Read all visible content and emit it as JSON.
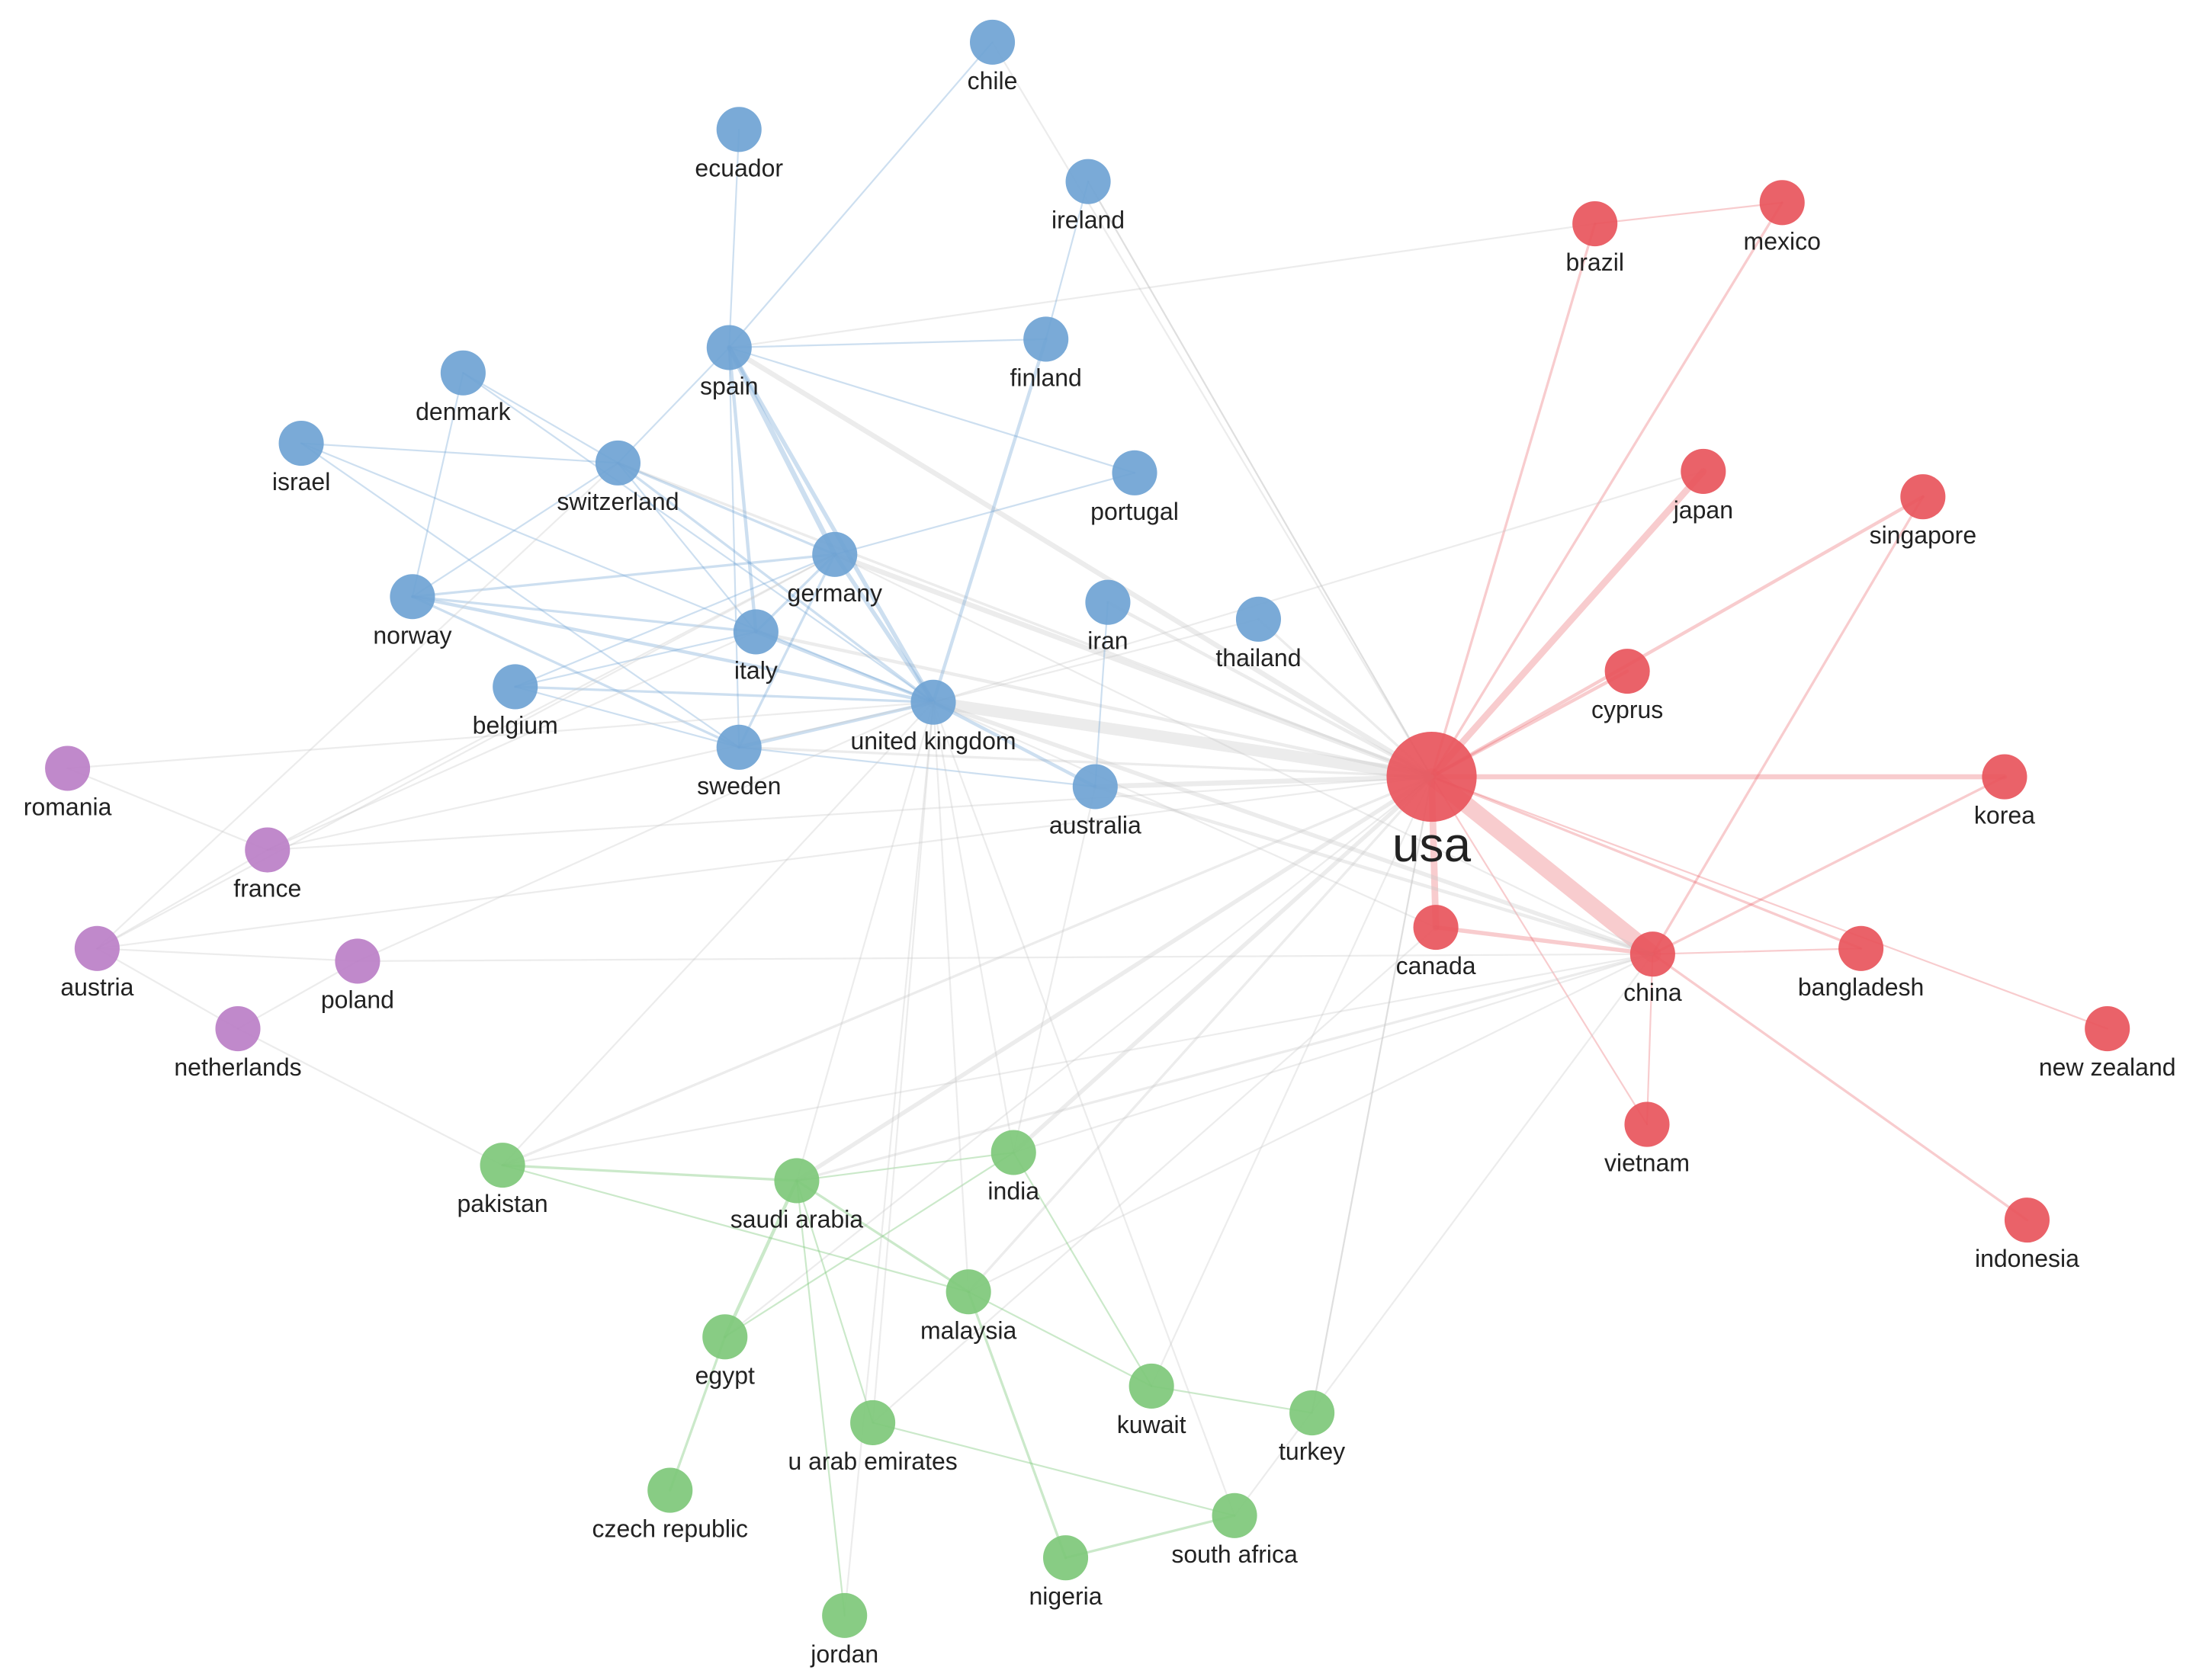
{
  "colors": {
    "blue": "#6fa3d4",
    "red": "#e8555c",
    "purple": "#bb7fc7",
    "green": "#7ec87a",
    "edge_default": "#c9c9c9"
  },
  "nodes": [
    {
      "id": "chile",
      "label": "chile",
      "group": "blue"
    },
    {
      "id": "ecuador",
      "label": "ecuador",
      "group": "blue"
    },
    {
      "id": "ireland",
      "label": "ireland",
      "group": "blue"
    },
    {
      "id": "spain",
      "label": "spain",
      "group": "blue"
    },
    {
      "id": "finland",
      "label": "finland",
      "group": "blue"
    },
    {
      "id": "denmark",
      "label": "denmark",
      "group": "blue"
    },
    {
      "id": "israel",
      "label": "israel",
      "group": "blue"
    },
    {
      "id": "switzerland",
      "label": "switzerland",
      "group": "blue"
    },
    {
      "id": "portugal",
      "label": "portugal",
      "group": "blue"
    },
    {
      "id": "germany",
      "label": "germany",
      "group": "blue"
    },
    {
      "id": "norway",
      "label": "norway",
      "group": "blue"
    },
    {
      "id": "italy",
      "label": "italy",
      "group": "blue"
    },
    {
      "id": "iran",
      "label": "iran",
      "group": "blue"
    },
    {
      "id": "thailand",
      "label": "thailand",
      "group": "blue"
    },
    {
      "id": "belgium",
      "label": "belgium",
      "group": "blue"
    },
    {
      "id": "united_kingdom",
      "label": "united kingdom",
      "group": "blue"
    },
    {
      "id": "sweden",
      "label": "sweden",
      "group": "blue"
    },
    {
      "id": "australia",
      "label": "australia",
      "group": "blue"
    },
    {
      "id": "brazil",
      "label": "brazil",
      "group": "red"
    },
    {
      "id": "mexico",
      "label": "mexico",
      "group": "red"
    },
    {
      "id": "japan",
      "label": "japan",
      "group": "red"
    },
    {
      "id": "singapore",
      "label": "singapore",
      "group": "red"
    },
    {
      "id": "cyprus",
      "label": "cyprus",
      "group": "red"
    },
    {
      "id": "usa",
      "label": "usa",
      "group": "red",
      "weight": "large"
    },
    {
      "id": "korea",
      "label": "korea",
      "group": "red"
    },
    {
      "id": "canada",
      "label": "canada",
      "group": "red"
    },
    {
      "id": "china",
      "label": "china",
      "group": "red"
    },
    {
      "id": "bangladesh",
      "label": "bangladesh",
      "group": "red"
    },
    {
      "id": "new_zealand",
      "label": "new zealand",
      "group": "red"
    },
    {
      "id": "vietnam",
      "label": "vietnam",
      "group": "red"
    },
    {
      "id": "indonesia",
      "label": "indonesia",
      "group": "red"
    },
    {
      "id": "romania",
      "label": "romania",
      "group": "purple"
    },
    {
      "id": "france",
      "label": "france",
      "group": "purple"
    },
    {
      "id": "austria",
      "label": "austria",
      "group": "purple"
    },
    {
      "id": "poland",
      "label": "poland",
      "group": "purple"
    },
    {
      "id": "netherlands",
      "label": "netherlands",
      "group": "purple"
    },
    {
      "id": "pakistan",
      "label": "pakistan",
      "group": "green"
    },
    {
      "id": "saudi_arabia",
      "label": "saudi arabia",
      "group": "green"
    },
    {
      "id": "india",
      "label": "india",
      "group": "green"
    },
    {
      "id": "malaysia",
      "label": "malaysia",
      "group": "green"
    },
    {
      "id": "egypt",
      "label": "egypt",
      "group": "green"
    },
    {
      "id": "kuwait",
      "label": "kuwait",
      "group": "green"
    },
    {
      "id": "turkey",
      "label": "turkey",
      "group": "green"
    },
    {
      "id": "u_arab_emirates",
      "label": "u arab emirates",
      "group": "green"
    },
    {
      "id": "czech_republic",
      "label": "czech republic",
      "group": "green"
    },
    {
      "id": "south_africa",
      "label": "south africa",
      "group": "green"
    },
    {
      "id": "nigeria",
      "label": "nigeria",
      "group": "green"
    },
    {
      "id": "jordan",
      "label": "jordan",
      "group": "green"
    }
  ],
  "edges": [
    {
      "source": "usa",
      "target": "china",
      "strength": 10,
      "color": "red"
    },
    {
      "source": "usa",
      "target": "japan",
      "strength": 4,
      "color": "red"
    },
    {
      "source": "usa",
      "target": "korea",
      "strength": 3,
      "color": "red"
    },
    {
      "source": "usa",
      "target": "canada",
      "strength": 4,
      "color": "red"
    },
    {
      "source": "usa",
      "target": "singapore",
      "strength": 2,
      "color": "red"
    },
    {
      "source": "usa",
      "target": "cyprus",
      "strength": 2,
      "color": "red"
    },
    {
      "source": "usa",
      "target": "brazil",
      "strength": 1.5,
      "color": "red"
    },
    {
      "source": "usa",
      "target": "mexico",
      "strength": 1.5,
      "color": "red"
    },
    {
      "source": "usa",
      "target": "bangladesh",
      "strength": 1.5,
      "color": "red"
    },
    {
      "source": "usa",
      "target": "new_zealand",
      "strength": 1,
      "color": "red"
    },
    {
      "source": "usa",
      "target": "vietnam",
      "strength": 1,
      "color": "red"
    },
    {
      "source": "china",
      "target": "canada",
      "strength": 2.5,
      "color": "red"
    },
    {
      "source": "china",
      "target": "korea",
      "strength": 1.5,
      "color": "red"
    },
    {
      "source": "china",
      "target": "singapore",
      "strength": 1.5,
      "color": "red"
    },
    {
      "source": "china",
      "target": "indonesia",
      "strength": 1.5,
      "color": "red"
    },
    {
      "source": "china",
      "target": "vietnam",
      "strength": 1,
      "color": "red"
    },
    {
      "source": "china",
      "target": "bangladesh",
      "strength": 1,
      "color": "red"
    },
    {
      "source": "brazil",
      "target": "mexico",
      "strength": 1,
      "color": "red"
    },
    {
      "source": "usa",
      "target": "united_kingdom",
      "strength": 7,
      "color": "grey"
    },
    {
      "source": "usa",
      "target": "spain",
      "strength": 3,
      "color": "grey"
    },
    {
      "source": "usa",
      "target": "germany",
      "strength": 3,
      "color": "grey"
    },
    {
      "source": "usa",
      "target": "australia",
      "strength": 3,
      "color": "grey"
    },
    {
      "source": "usa",
      "target": "italy",
      "strength": 2,
      "color": "grey"
    },
    {
      "source": "usa",
      "target": "switzerland",
      "strength": 1.5,
      "color": "grey"
    },
    {
      "source": "usa",
      "target": "iran",
      "strength": 2,
      "color": "grey"
    },
    {
      "source": "usa",
      "target": "thailand",
      "strength": 1.5,
      "color": "grey"
    },
    {
      "source": "usa",
      "target": "saudi_arabia",
      "strength": 2.5,
      "color": "grey"
    },
    {
      "source": "usa",
      "target": "india",
      "strength": 2.5,
      "color": "grey"
    },
    {
      "source": "usa",
      "target": "pakistan",
      "strength": 1.5,
      "color": "grey"
    },
    {
      "source": "usa",
      "target": "malaysia",
      "strength": 1.5,
      "color": "grey"
    },
    {
      "source": "usa",
      "target": "sweden",
      "strength": 1.5,
      "color": "grey"
    },
    {
      "source": "usa",
      "target": "france",
      "strength": 1,
      "color": "grey"
    },
    {
      "source": "usa",
      "target": "kuwait",
      "strength": 1,
      "color": "grey"
    },
    {
      "source": "usa",
      "target": "turkey",
      "strength": 1,
      "color": "grey"
    },
    {
      "source": "usa",
      "target": "egypt",
      "strength": 1,
      "color": "grey"
    },
    {
      "source": "usa",
      "target": "austria",
      "strength": 1,
      "color": "grey"
    },
    {
      "source": "usa",
      "target": "ireland",
      "strength": 1,
      "color": "grey"
    },
    {
      "source": "china",
      "target": "united_kingdom",
      "strength": 2.5,
      "color": "grey"
    },
    {
      "source": "china",
      "target": "australia",
      "strength": 2,
      "color": "grey"
    },
    {
      "source": "china",
      "target": "saudi_arabia",
      "strength": 1.5,
      "color": "grey"
    },
    {
      "source": "china",
      "target": "pakistan",
      "strength": 1,
      "color": "grey"
    },
    {
      "source": "china",
      "target": "india",
      "strength": 1,
      "color": "grey"
    },
    {
      "source": "china",
      "target": "germany",
      "strength": 1,
      "color": "grey"
    },
    {
      "source": "china",
      "target": "poland",
      "strength": 1,
      "color": "grey"
    },
    {
      "source": "china",
      "target": "malaysia",
      "strength": 1,
      "color": "grey"
    },
    {
      "source": "china",
      "target": "south_africa",
      "strength": 1,
      "color": "grey"
    },
    {
      "source": "canada",
      "target": "united_kingdom",
      "strength": 1,
      "color": "grey"
    },
    {
      "source": "canada",
      "target": "u_arab_emirates",
      "strength": 1,
      "color": "grey"
    },
    {
      "source": "japan",
      "target": "united_kingdom",
      "strength": 1,
      "color": "grey"
    },
    {
      "source": "brazil",
      "target": "spain",
      "strength": 1,
      "color": "grey"
    },
    {
      "source": "united_kingdom",
      "target": "spain",
      "strength": 2.5,
      "color": "blue"
    },
    {
      "source": "united_kingdom",
      "target": "germany",
      "strength": 2.5,
      "color": "blue"
    },
    {
      "source": "united_kingdom",
      "target": "italy",
      "strength": 2,
      "color": "blue"
    },
    {
      "source": "united_kingdom",
      "target": "finland",
      "strength": 2,
      "color": "blue"
    },
    {
      "source": "united_kingdom",
      "target": "norway",
      "strength": 2,
      "color": "blue"
    },
    {
      "source": "united_kingdom",
      "target": "sweden",
      "strength": 2,
      "color": "blue"
    },
    {
      "source": "united_kingdom",
      "target": "australia",
      "strength": 2,
      "color": "blue"
    },
    {
      "source": "united_kingdom",
      "target": "switzerland",
      "strength": 1.5,
      "color": "blue"
    },
    {
      "source": "united_kingdom",
      "target": "belgium",
      "strength": 1.5,
      "color": "blue"
    },
    {
      "source": "united_kingdom",
      "target": "israel",
      "strength": 1,
      "color": "blue"
    },
    {
      "source": "united_kingdom",
      "target": "denmark",
      "strength": 1,
      "color": "blue"
    },
    {
      "source": "spain",
      "target": "germany",
      "strength": 3,
      "color": "blue"
    },
    {
      "source": "spain",
      "target": "italy",
      "strength": 2,
      "color": "blue"
    },
    {
      "source": "spain",
      "target": "chile",
      "strength": 1,
      "color": "blue"
    },
    {
      "source": "spain",
      "target": "ecuador",
      "strength": 1,
      "color": "blue"
    },
    {
      "source": "spain",
      "target": "finland",
      "strength": 1,
      "color": "blue"
    },
    {
      "source": "spain",
      "target": "portugal",
      "strength": 1,
      "color": "blue"
    },
    {
      "source": "spain",
      "target": "switzerland",
      "strength": 1,
      "color": "blue"
    },
    {
      "source": "spain",
      "target": "sweden",
      "strength": 1,
      "color": "blue"
    },
    {
      "source": "germany",
      "target": "switzerland",
      "strength": 1.5,
      "color": "blue"
    },
    {
      "source": "germany",
      "target": "norway",
      "strength": 1.5,
      "color": "blue"
    },
    {
      "source": "germany",
      "target": "italy",
      "strength": 1.5,
      "color": "blue"
    },
    {
      "source": "germany",
      "target": "sweden",
      "strength": 1.5,
      "color": "blue"
    },
    {
      "source": "germany",
      "target": "belgium",
      "strength": 1,
      "color": "blue"
    },
    {
      "source": "italy",
      "target": "norway",
      "strength": 1.5,
      "color": "blue"
    },
    {
      "source": "italy",
      "target": "switzerland",
      "strength": 1,
      "color": "blue"
    },
    {
      "source": "italy",
      "target": "belgium",
      "strength": 1,
      "color": "blue"
    },
    {
      "source": "norway",
      "target": "sweden",
      "strength": 1.5,
      "color": "blue"
    },
    {
      "source": "norway",
      "target": "switzerland",
      "strength": 1,
      "color": "blue"
    },
    {
      "source": "denmark",
      "target": "switzerland",
      "strength": 1,
      "color": "blue"
    },
    {
      "source": "denmark",
      "target": "norway",
      "strength": 1,
      "color": "blue"
    },
    {
      "source": "israel",
      "target": "switzerland",
      "strength": 1,
      "color": "blue"
    },
    {
      "source": "israel",
      "target": "sweden",
      "strength": 1,
      "color": "blue"
    },
    {
      "source": "belgium",
      "target": "sweden",
      "strength": 1,
      "color": "blue"
    },
    {
      "source": "sweden",
      "target": "australia",
      "strength": 1,
      "color": "blue"
    },
    {
      "source": "ireland",
      "target": "finland",
      "strength": 1,
      "color": "blue"
    },
    {
      "source": "ireland",
      "target": "usa",
      "strength": 1,
      "color": "grey"
    },
    {
      "source": "chile",
      "target": "usa",
      "strength": 1,
      "color": "grey"
    },
    {
      "source": "iran",
      "target": "australia",
      "strength": 1,
      "color": "blue"
    },
    {
      "source": "thailand",
      "target": "united_kingdom",
      "strength": 1,
      "color": "grey"
    },
    {
      "source": "portugal",
      "target": "germany",
      "strength": 1,
      "color": "blue"
    },
    {
      "source": "romania",
      "target": "france",
      "strength": 1,
      "color": "grey"
    },
    {
      "source": "romania",
      "target": "united_kingdom",
      "strength": 1,
      "color": "grey"
    },
    {
      "source": "france",
      "target": "austria",
      "strength": 1,
      "color": "grey"
    },
    {
      "source": "france",
      "target": "united_kingdom",
      "strength": 1,
      "color": "grey"
    },
    {
      "source": "france",
      "target": "germany",
      "strength": 1,
      "color": "grey"
    },
    {
      "source": "france",
      "target": "italy",
      "strength": 1,
      "color": "grey"
    },
    {
      "source": "austria",
      "target": "poland",
      "strength": 1,
      "color": "grey"
    },
    {
      "source": "austria",
      "target": "netherlands",
      "strength": 1,
      "color": "grey"
    },
    {
      "source": "austria",
      "target": "germany",
      "strength": 1,
      "color": "grey"
    },
    {
      "source": "austria",
      "target": "switzerland",
      "strength": 1,
      "color": "grey"
    },
    {
      "source": "poland",
      "target": "netherlands",
      "strength": 1,
      "color": "grey"
    },
    {
      "source": "poland",
      "target": "united_kingdom",
      "strength": 1,
      "color": "grey"
    },
    {
      "source": "netherlands",
      "target": "pakistan",
      "strength": 1,
      "color": "grey"
    },
    {
      "source": "pakistan",
      "target": "saudi_arabia",
      "strength": 1.5,
      "color": "green"
    },
    {
      "source": "pakistan",
      "target": "malaysia",
      "strength": 1,
      "color": "green"
    },
    {
      "source": "pakistan",
      "target": "united_kingdom",
      "strength": 1,
      "color": "grey"
    },
    {
      "source": "saudi_arabia",
      "target": "egypt",
      "strength": 2,
      "color": "green"
    },
    {
      "source": "saudi_arabia",
      "target": "malaysia",
      "strength": 1.5,
      "color": "green"
    },
    {
      "source": "saudi_arabia",
      "target": "u_arab_emirates",
      "strength": 1,
      "color": "green"
    },
    {
      "source": "saudi_arabia",
      "target": "india",
      "strength": 1,
      "color": "green"
    },
    {
      "source": "saudi_arabia",
      "target": "united_kingdom",
      "strength": 1,
      "color": "grey"
    },
    {
      "source": "saudi_arabia",
      "target": "jordan",
      "strength": 1,
      "color": "green"
    },
    {
      "source": "egypt",
      "target": "czech_republic",
      "strength": 1.5,
      "color": "green"
    },
    {
      "source": "egypt",
      "target": "india",
      "strength": 1,
      "color": "green"
    },
    {
      "source": "malaysia",
      "target": "nigeria",
      "strength": 1.5,
      "color": "green"
    },
    {
      "source": "malaysia",
      "target": "kuwait",
      "strength": 1,
      "color": "green"
    },
    {
      "source": "malaysia",
      "target": "united_kingdom",
      "strength": 1,
      "color": "grey"
    },
    {
      "source": "kuwait",
      "target": "turkey",
      "strength": 1,
      "color": "green"
    },
    {
      "source": "kuwait",
      "target": "india",
      "strength": 1,
      "color": "green"
    },
    {
      "source": "nigeria",
      "target": "south_africa",
      "strength": 1.5,
      "color": "green"
    },
    {
      "source": "south_africa",
      "target": "u_arab_emirates",
      "strength": 1,
      "color": "green"
    },
    {
      "source": "south_africa",
      "target": "united_kingdom",
      "strength": 1,
      "color": "grey"
    },
    {
      "source": "india",
      "target": "united_kingdom",
      "strength": 1,
      "color": "grey"
    },
    {
      "source": "india",
      "target": "australia",
      "strength": 1,
      "color": "grey"
    },
    {
      "source": "turkey",
      "target": "usa",
      "strength": 1,
      "color": "grey"
    },
    {
      "source": "u_arab_emirates",
      "target": "united_kingdom",
      "strength": 1,
      "color": "grey"
    },
    {
      "source": "jordan",
      "target": "united_kingdom",
      "strength": 1,
      "color": "grey"
    }
  ]
}
